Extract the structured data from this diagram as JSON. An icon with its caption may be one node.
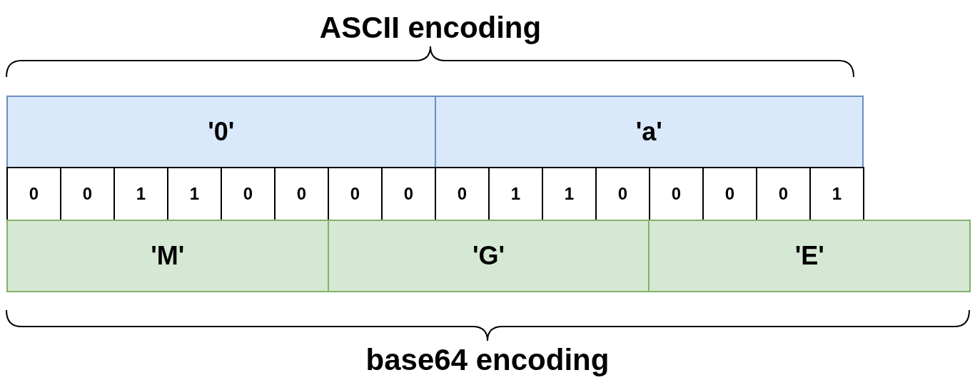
{
  "diagram": {
    "nodes": [
      {
        "text": [
          "'0'"
        ]
      },
      {
        "text": [
          "'a'"
        ]
      },
      {
        "text": [
          "0"
        ]
      },
      {
        "text": [
          "0"
        ]
      },
      {
        "text": [
          "1"
        ]
      },
      {
        "text": [
          "1"
        ]
      },
      {
        "text": [
          "0"
        ]
      },
      {
        "text": [
          "0"
        ]
      },
      {
        "text": [
          "0"
        ]
      },
      {
        "text": [
          "0"
        ]
      },
      {
        "text": [
          "0"
        ]
      },
      {
        "text": [
          "1"
        ]
      },
      {
        "text": [
          "1"
        ]
      },
      {
        "text": [
          "0"
        ]
      },
      {
        "text": [
          "0"
        ]
      },
      {
        "text": [
          "0"
        ]
      },
      {
        "text": [
          "0"
        ]
      },
      {
        "text": [
          "1"
        ]
      },
      {
        "text": [
          "'M'"
        ]
      },
      {
        "text": [
          "'G'"
        ]
      },
      {
        "text": [
          "'E'"
        ]
      }
    ],
    "labels": [
      "ASCII encoding",
      "base64 encoding"
    ]
  }
}
